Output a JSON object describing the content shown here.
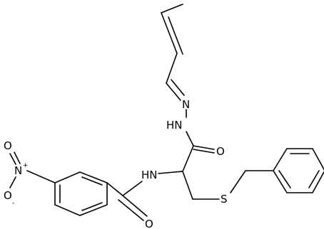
{
  "molecule": {
    "atom_labels": {
      "nitro_o_top": "O",
      "nitro_n": "N",
      "nitro_o_bottom": "O",
      "amide_n": "HN",
      "amide_o": "O",
      "hydrazide_o": "O",
      "hydrazide_nh": "HN",
      "imine_n": "N",
      "sulfur": "S"
    },
    "charges": {
      "nitro_n": "+",
      "nitro_o_bottom": "-"
    }
  }
}
